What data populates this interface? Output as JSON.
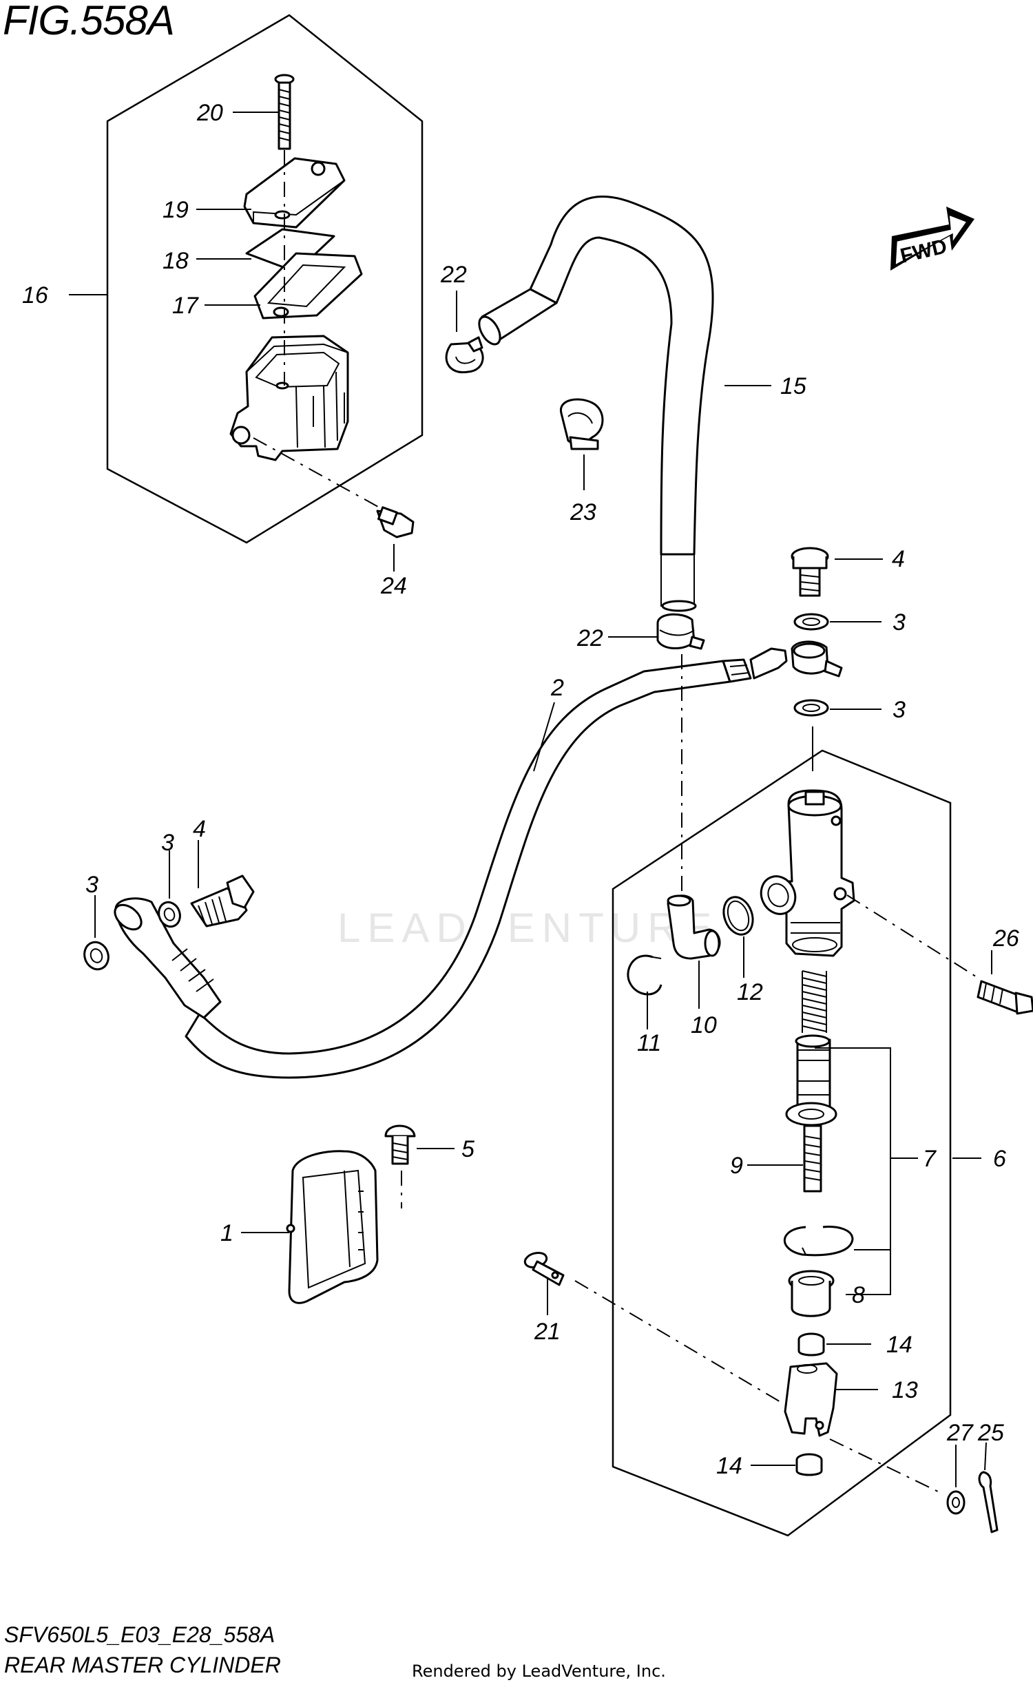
{
  "figure_title": "FIG.558A",
  "footer": {
    "drawing_code": "SFV650L5_E03_E28_558A",
    "assembly_name": "REAR MASTER CYLINDER",
    "rendered_by": "Rendered by LeadVenture, Inc."
  },
  "direction_badge": "FWD",
  "watermark": "LEADVENTURE",
  "callouts": {
    "c1": "1",
    "c2": "2",
    "c3a": "3",
    "c3b": "3",
    "c3c": "3",
    "c3d": "3",
    "c4a": "4",
    "c4b": "4",
    "c5": "5",
    "c6": "6",
    "c7": "7",
    "c8": "8",
    "c9": "9",
    "c10": "10",
    "c11": "11",
    "c12": "12",
    "c13": "13",
    "c14a": "14",
    "c14b": "14",
    "c15": "15",
    "c16": "16",
    "c17": "17",
    "c18": "18",
    "c19": "19",
    "c20": "20",
    "c21": "21",
    "c22a": "22",
    "c22b": "22",
    "c23": "23",
    "c24": "24",
    "c25": "25",
    "c26": "26",
    "c27": "27"
  },
  "colors": {
    "line": "#000000",
    "background": "#ffffff",
    "watermark": "#e6e6e6"
  }
}
